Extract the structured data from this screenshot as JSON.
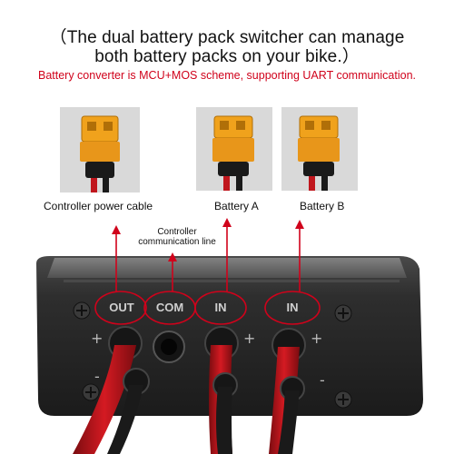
{
  "title": {
    "line1": "（The dual battery pack switcher can manage",
    "line2": "both battery packs on your bike.）"
  },
  "subtitle": "Battery converter is MCU+MOS scheme, supporting UART communication.",
  "labels": {
    "controller_power_cable": "Controller power cable",
    "battery_a": "Battery  A",
    "battery_b": "Battery  B",
    "controller_communication_line_1": "Controller",
    "controller_communication_line_2": "communication line"
  },
  "ports": [
    "OUT",
    "COM",
    "IN",
    "IN"
  ],
  "colors": {
    "accent_red": "#d0021b",
    "connector_yellow": "#f0a21c",
    "device_body": "#2b2b2b"
  }
}
